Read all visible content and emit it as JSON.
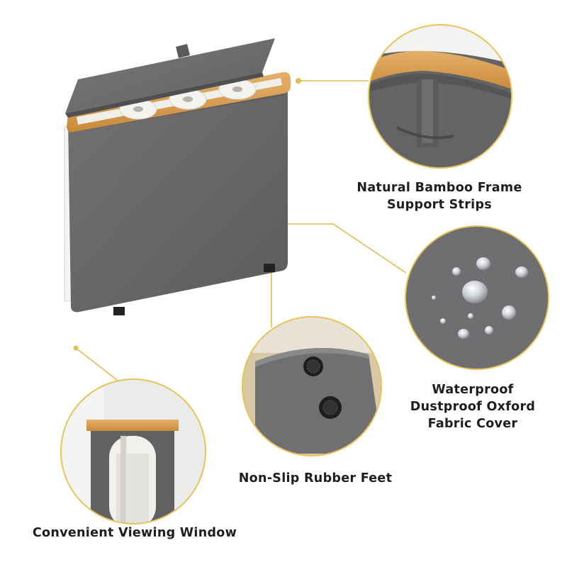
{
  "callouts": {
    "bamboo": {
      "line1": "Natural Bamboo Frame",
      "line2": "Support Strips"
    },
    "fabric": {
      "line1": "Waterproof",
      "line2": "Dustproof Oxford",
      "line3": "Fabric Cover"
    },
    "feet": {
      "line1": "Non-Slip Rubber Feet"
    },
    "window": {
      "line1": "Convenient Viewing Window"
    }
  },
  "colors": {
    "fabric": "#6b6b6d",
    "bamboo": "#d79a4c",
    "accent_ring": "#e8c25a",
    "leader_line": "#e3bb55"
  }
}
